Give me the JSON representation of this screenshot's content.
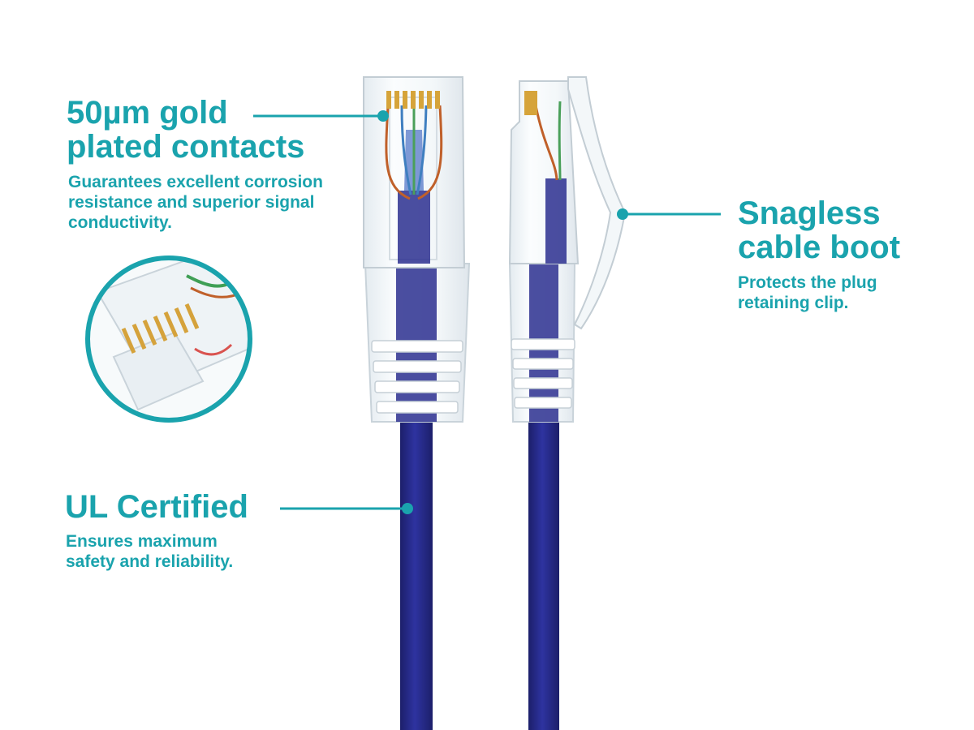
{
  "callouts": {
    "contacts": {
      "title": "50µm gold plated contacts",
      "description": "Guarantees excellent corrosion resistance and superior signal conductivity."
    },
    "boot": {
      "title": "Snagless cable boot",
      "description": "Protects the plug retaining clip."
    },
    "ul": {
      "title": "UL Certified",
      "description": "Ensures maximum safety and reliability."
    }
  },
  "colors": {
    "accent": "#1aa3ad",
    "cable": "#2b2f8f",
    "cable_dark": "#1f2270",
    "background": "#ffffff"
  }
}
